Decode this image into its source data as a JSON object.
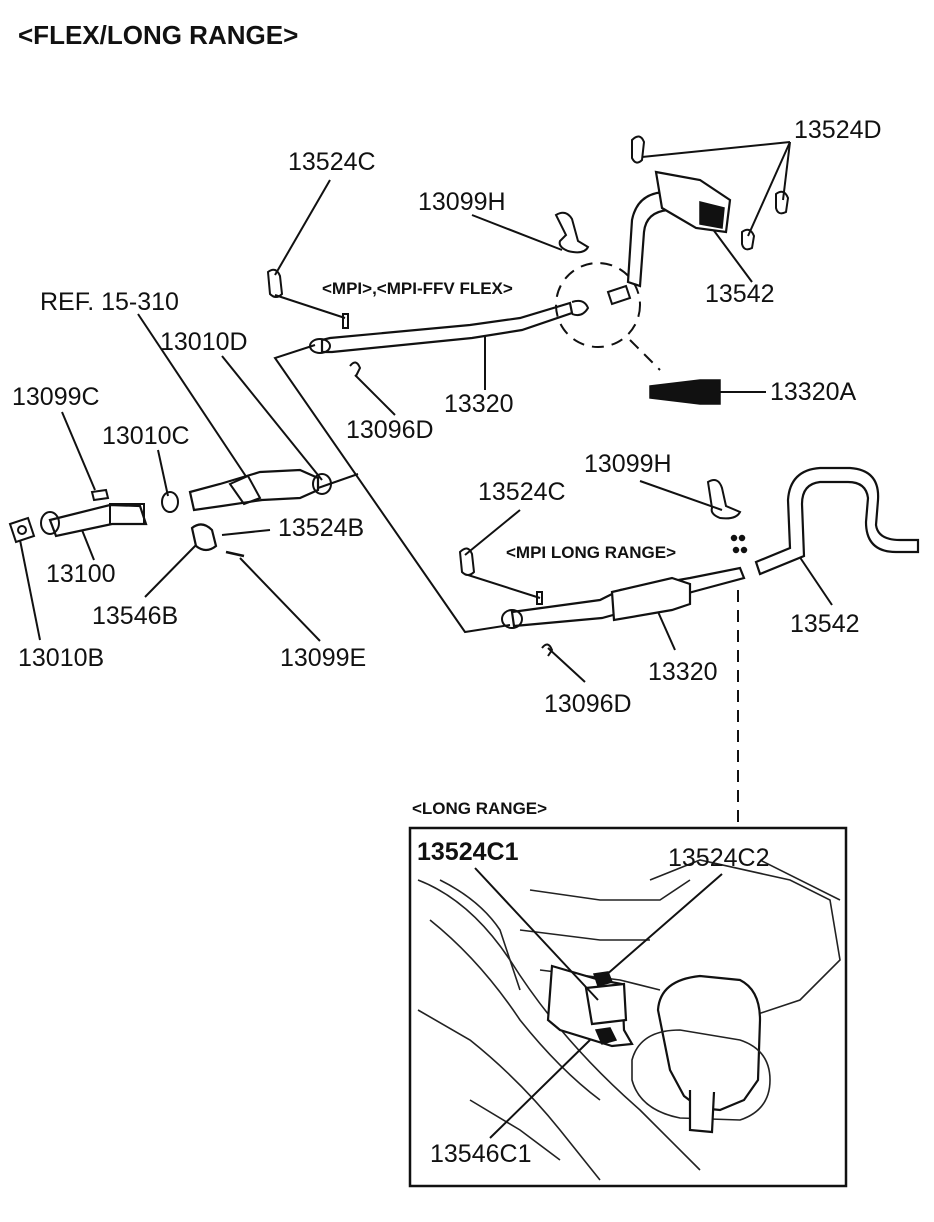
{
  "title": "<FLEX/LONG RANGE>",
  "variants": {
    "mpi_flex": "<MPI>,<MPI-FFV FLEX>",
    "mpi_long_range": "<MPI LONG RANGE>",
    "long_range_inset": "<LONG RANGE>"
  },
  "callouts": {
    "13524D": "13524D",
    "13524C_top": "13524C",
    "13099H_top": "13099H",
    "13542_top": "13542",
    "REF_15_310": "REF. 15-310",
    "13010D": "13010D",
    "13320_top": "13320",
    "13320A": "13320A",
    "13096D_top": "13096D",
    "13099C": "13099C",
    "13010C": "13010C",
    "13524B": "13524B",
    "13100": "13100",
    "13546B": "13546B",
    "13010B": "13010B",
    "13099E": "13099E",
    "13099H_lower": "13099H",
    "13524C_lower": "13524C",
    "13542_lower": "13542",
    "13320_lower": "13320",
    "13096D_lower": "13096D",
    "13524C1": "13524C1",
    "13524C2": "13524C2",
    "13546C1": "13546C1"
  }
}
